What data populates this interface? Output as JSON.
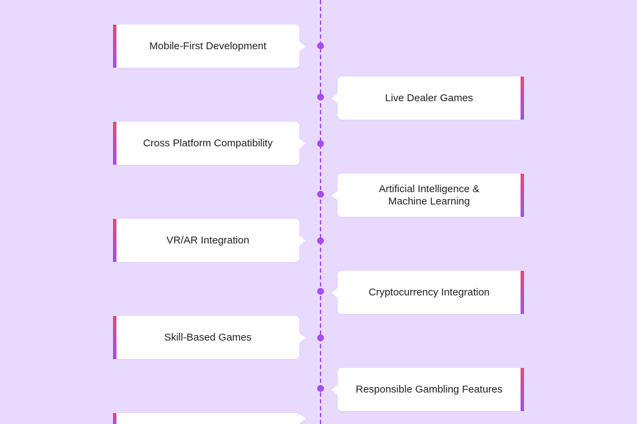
{
  "timeline": {
    "items": [
      {
        "label": "Mobile-First Development",
        "side": "left"
      },
      {
        "label": "Live Dealer Games",
        "side": "right"
      },
      {
        "label": "Cross Platform Compatibility",
        "side": "left"
      },
      {
        "label": "Artificial Intelligence &\nMachine Learning",
        "side": "right"
      },
      {
        "label": "VR/AR Integration",
        "side": "left"
      },
      {
        "label": "Cryptocurrency Integration",
        "side": "right"
      },
      {
        "label": "Skill-Based Games",
        "side": "left"
      },
      {
        "label": "Responsible Gambling Features",
        "side": "right"
      },
      {
        "label": "",
        "side": "left"
      }
    ]
  },
  "colors": {
    "background": "#e8daff",
    "accent": "#a64cf0",
    "gradient_top": "#f0466e",
    "gradient_bottom": "#a14cf0",
    "card": "#ffffff"
  }
}
